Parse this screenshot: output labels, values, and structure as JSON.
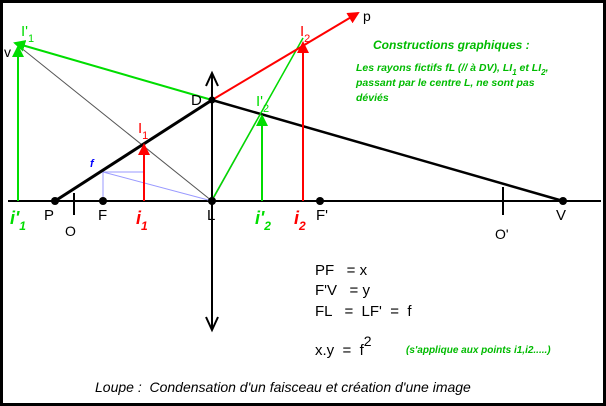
{
  "labels": {
    "v": "v",
    "i1p_main": "I'",
    "i1p_sub": "1",
    "D": "D",
    "I1_main": "I",
    "I1_sub": "1",
    "f": "f",
    "I2p_main": "I'",
    "I2p_sub": "2",
    "I2_main": "I",
    "I2_sub": "2",
    "p": "p",
    "axis_i1p_main": "i'",
    "axis_i1p_sub": "1",
    "P": "P",
    "O": "O",
    "F": "F",
    "axis_i1_main": "i",
    "axis_i1_sub": "1",
    "L": "L",
    "axis_i2p_main": "i'",
    "axis_i2p_sub": "2",
    "axis_i2_main": "i",
    "axis_i2_sub": "2",
    "Fp": "F'",
    "Op": "O'",
    "V": "V"
  },
  "note": {
    "title": "Constructions graphiques :",
    "line1_a": "Les rayons fictifs fL (// à DV), LI",
    "line1_sub1": "1",
    "line1_b": " et LI",
    "line1_sub2": "2",
    "line1_c": ",",
    "line2": "passant par le centre L, ne sont pas",
    "line3": "déviés"
  },
  "formulas": {
    "f1": "PF   = x",
    "f2": "F'V   = y",
    "f3": "FL   =  LF'  =  f",
    "f4_base": "x.y  =  f",
    "f4_exp": "2",
    "f4_note": "(s'applique aux points i1,i2.....)"
  },
  "caption": "Loupe :  Condensation d'un faisceau et création d'une image",
  "colors": {
    "black": "#000000",
    "red": "#ff0000",
    "green": "#00dd00",
    "note_green": "#00bb00",
    "blue": "#0000ff",
    "gray": "#555555",
    "lightblue": "#9999ff",
    "bg": "#ffffff"
  }
}
